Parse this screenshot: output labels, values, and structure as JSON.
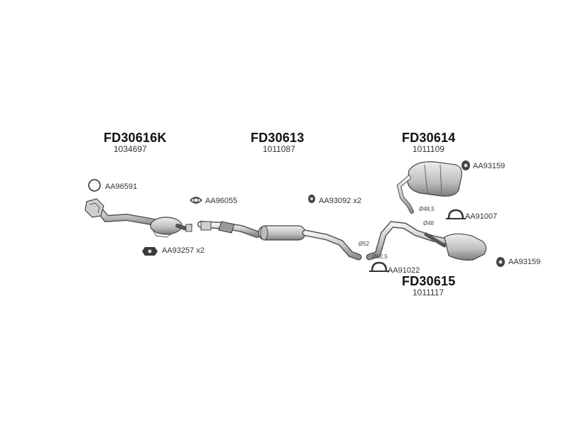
{
  "groups": [
    {
      "code": "FD30616K",
      "number": "1034697"
    },
    {
      "code": "FD30613",
      "number": "1011087"
    },
    {
      "code": "FD30614",
      "number": "1011109"
    },
    {
      "code": "FD30615",
      "number": "1011117"
    }
  ],
  "fittings": [
    {
      "label": "AA96591"
    },
    {
      "label": "AA96055"
    },
    {
      "label": "AA93092 x2"
    },
    {
      "label": "AA93159"
    },
    {
      "label": "AA91007"
    },
    {
      "label": "AA93257 x2"
    },
    {
      "label": "AA91022"
    },
    {
      "label": "AA93159"
    }
  ],
  "diameters": [
    "Ø48,5",
    "Ø48",
    "Ø52",
    "Ø52,5"
  ],
  "colors": {
    "background": "#ffffff",
    "part_fill": "#d8d8d8",
    "part_stroke": "#555555",
    "text": "#222222"
  }
}
